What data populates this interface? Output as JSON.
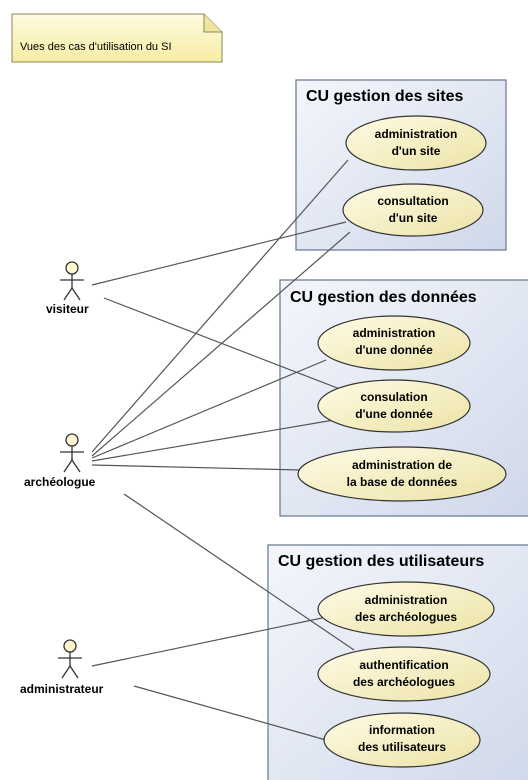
{
  "note": {
    "text": "Vues des cas d'utilisation du SI"
  },
  "packages": [
    {
      "title": "CU gestion des sites"
    },
    {
      "title": "CU gestion des données"
    },
    {
      "title": "CU gestion des utilisateurs"
    }
  ],
  "use_cases": [
    {
      "lines": [
        "administration",
        "d'un site"
      ]
    },
    {
      "lines": [
        "consultation",
        "d'un site"
      ]
    },
    {
      "lines": [
        "administration",
        "d'une donnée"
      ]
    },
    {
      "lines": [
        "consulation",
        "d'une donnée"
      ]
    },
    {
      "lines": [
        "administration de",
        "la base de données"
      ]
    },
    {
      "lines": [
        "administration",
        "des archéologues"
      ]
    },
    {
      "lines": [
        "authentification",
        "des archéologues"
      ]
    },
    {
      "lines": [
        "information",
        "des utilisateurs"
      ]
    }
  ],
  "actors": [
    {
      "label": "visiteur"
    },
    {
      "label": "archéologue"
    },
    {
      "label": "administrateur"
    }
  ],
  "colors": {
    "usecase_fill": "#f7f3cf",
    "package_fill": "#dde4f2",
    "note_fill": "#fdf6c6"
  }
}
